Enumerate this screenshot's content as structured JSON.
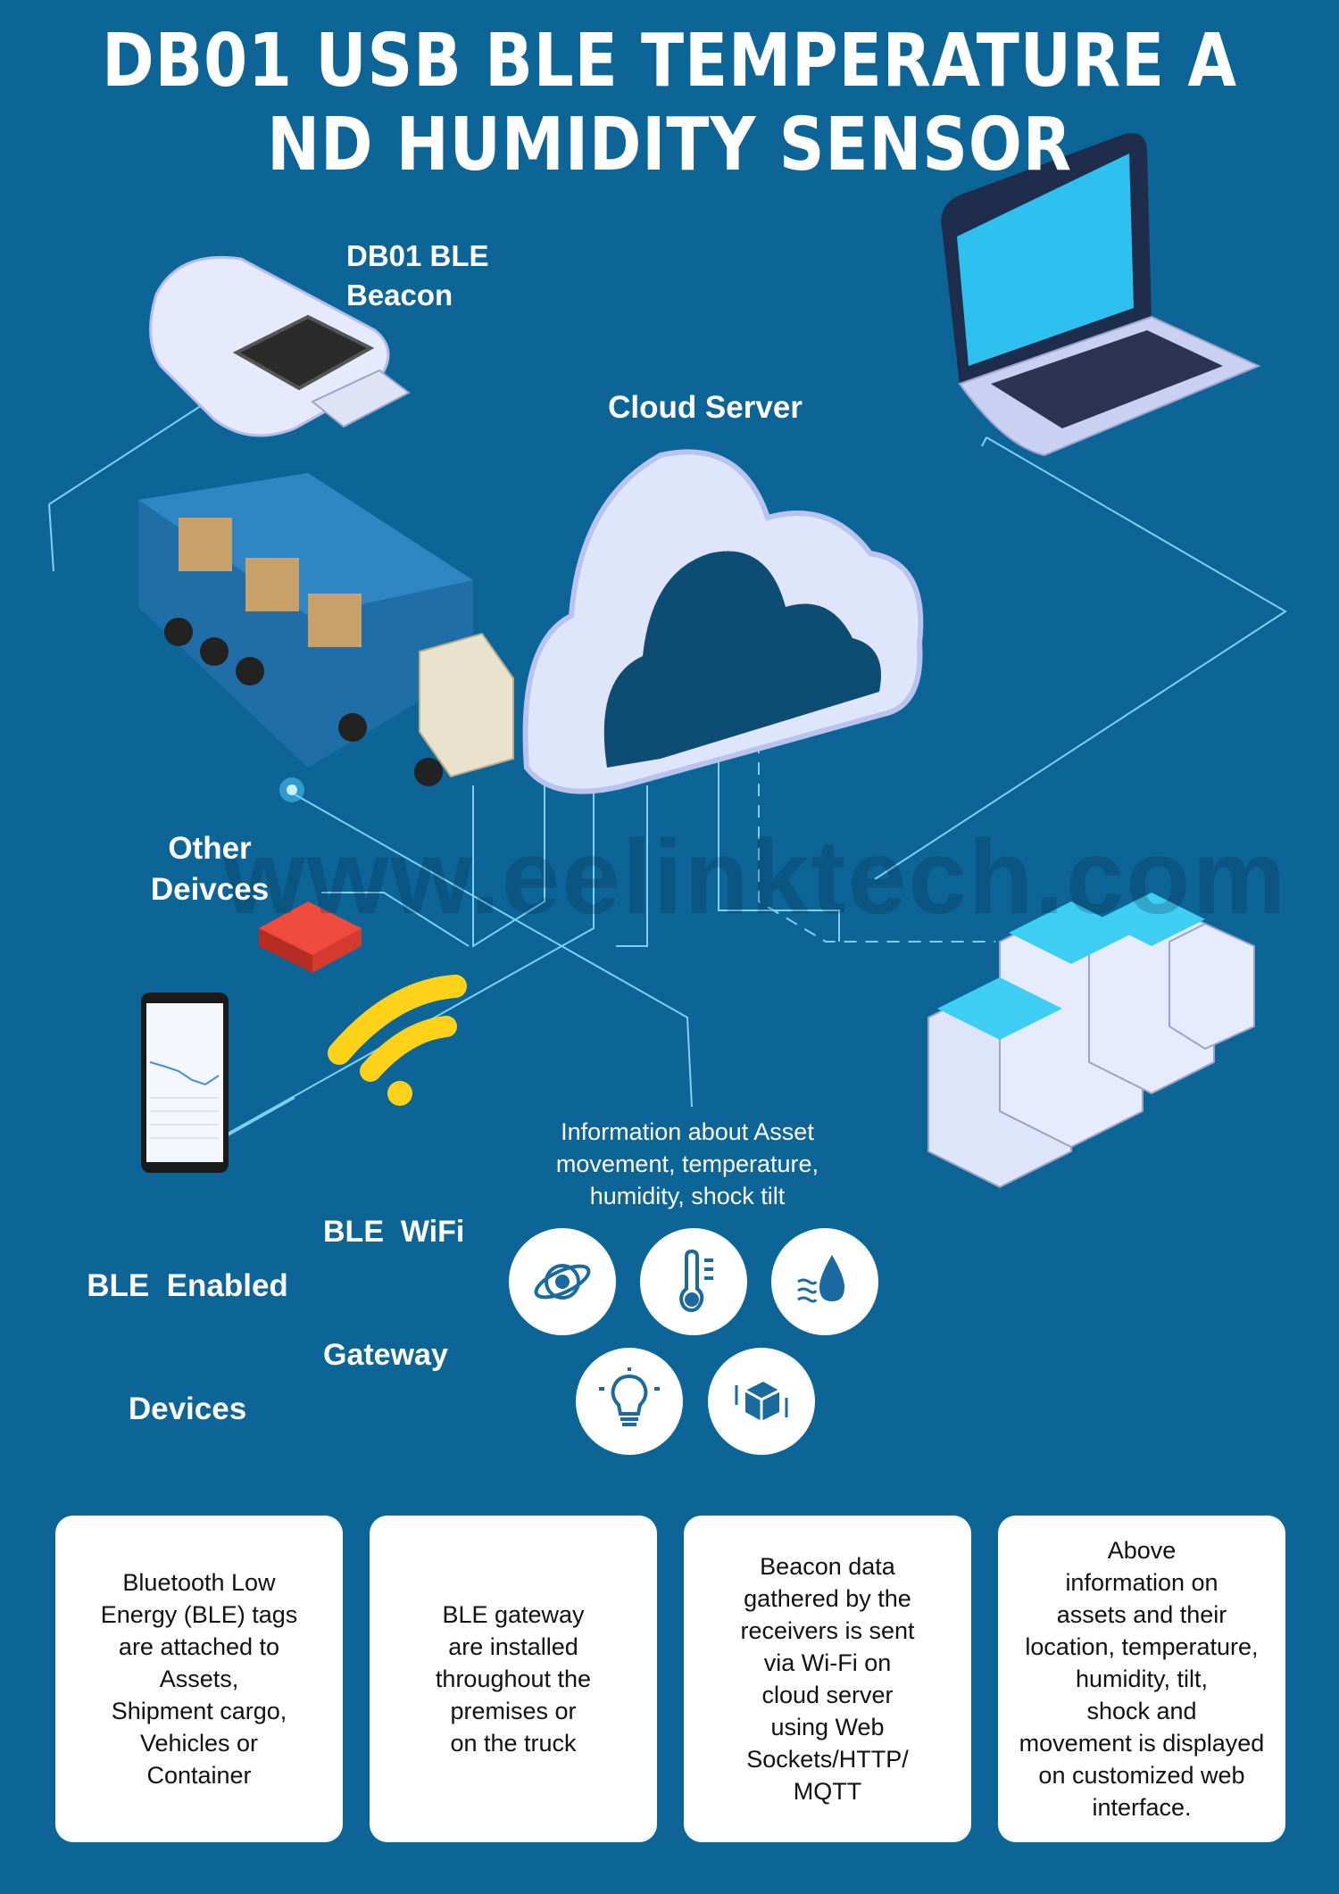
{
  "title": {
    "line1": "DB01 USB BLE TEMPERATURE A",
    "line2": "ND HUMIDITY SENSOR"
  },
  "labels": {
    "beacon": [
      "DB01 BLE",
      "Beacon"
    ],
    "cloud": "Cloud Server",
    "other_devices": [
      "Other",
      "Deivces"
    ],
    "gateway": [
      "BLE  WiFi",
      "Gateway"
    ],
    "ble_devices": [
      "BLE  Enabled",
      "Devices"
    ]
  },
  "info": [
    "Information about Asset",
    "movement, temperature,",
    "humidity, shock tilt"
  ],
  "icons": [
    "movement-icon",
    "thermometer-icon",
    "humidity-icon",
    "light-bulb-icon",
    "package-icon"
  ],
  "watermark": "www.eelinktech.com",
  "cards": [
    [
      "Bluetooth Low",
      "Energy (BLE) tags",
      "are attached to",
      "Assets,",
      "Shipment cargo,",
      "Vehicles or",
      "Container"
    ],
    [
      "BLE gateway",
      "are installed",
      "throughout the",
      "premises or",
      "on the truck"
    ],
    [
      "Beacon data",
      "gathered by the",
      "receivers is sent",
      "via Wi-Fi on",
      "cloud server",
      "using Web",
      "Sockets/HTTP/",
      "MQTT"
    ],
    [
      "Above",
      "information on",
      "assets and their",
      "location, temperature,",
      "humidity, tilt,",
      "shock and",
      "movement is displayed",
      "on customized web",
      "interface."
    ]
  ],
  "colors": {
    "background": "#0d6496",
    "line": "#7fd0f2",
    "icon": "#1a6aa0",
    "wifi": "#ffd21a",
    "device_red": "#e53b32"
  }
}
